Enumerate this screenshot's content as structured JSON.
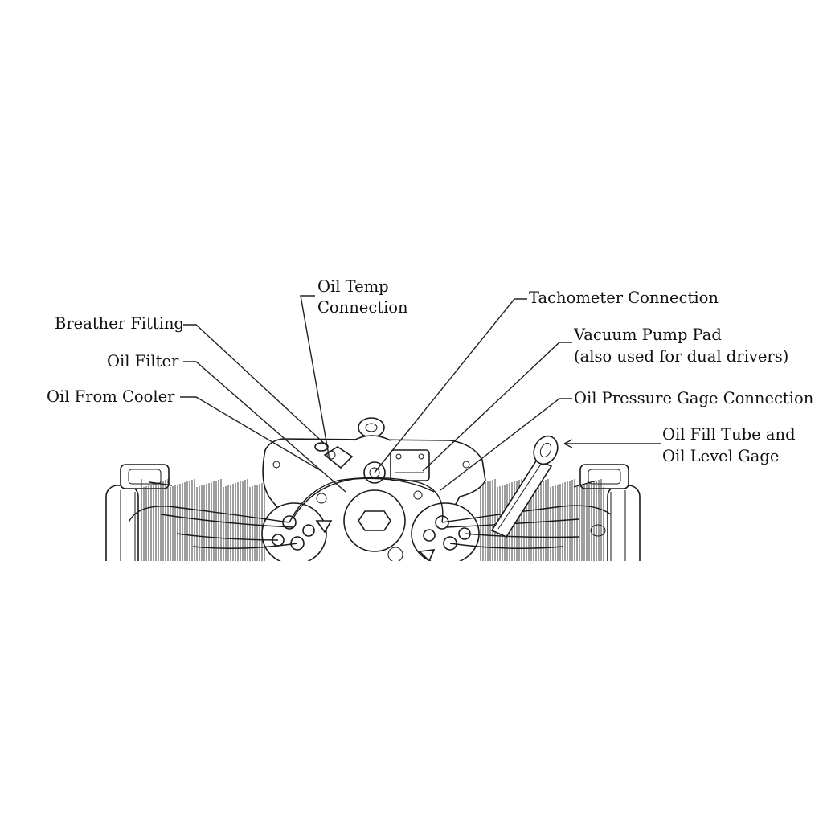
{
  "labels": {
    "breather_fitting": "Breather Fitting",
    "oil_filter": "Oil Filter",
    "oil_from_cooler": "Oil From Cooler",
    "oil_temp_line1": "Oil Temp",
    "oil_temp_line2": "Connection",
    "tachometer_connection": "Tachometer Connection",
    "vacuum_pump_pad_line1": "Vacuum Pump Pad",
    "vacuum_pump_pad_line2": "(also used for dual drivers)",
    "oil_pressure_gage_connection": "Oil Pressure Gage Connection",
    "oil_fill_tube_line1": "Oil Fill Tube and",
    "oil_fill_tube_line2": "Oil Level Gage"
  },
  "colors": {
    "line": "#1a1a1a",
    "background": "#ffffff"
  }
}
